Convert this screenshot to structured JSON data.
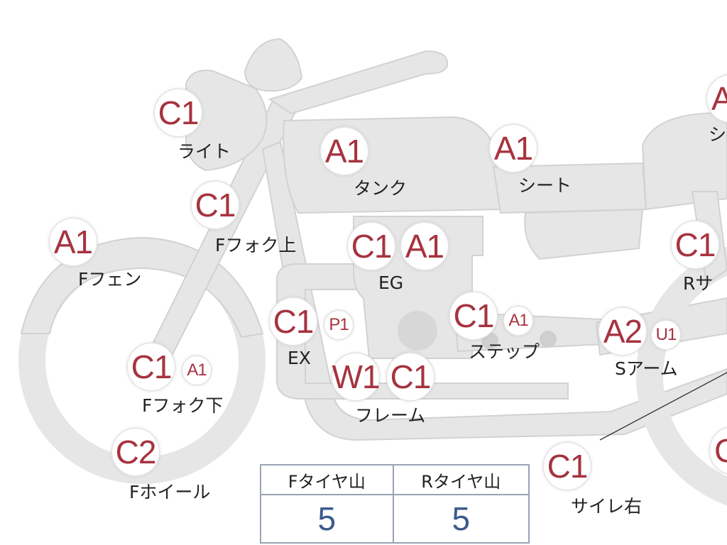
{
  "parts": [
    {
      "id": "light",
      "label": "ライト",
      "grades": [
        "C1"
      ]
    },
    {
      "id": "tank",
      "label": "タンク",
      "grades": [
        "A1"
      ]
    },
    {
      "id": "seat",
      "label": "シート",
      "grades": [
        "A1"
      ]
    },
    {
      "id": "ffork-upper",
      "label": "Fフォク上",
      "grades": [
        "C1"
      ]
    },
    {
      "id": "ffender",
      "label": "Fフェン",
      "grades": [
        "A1"
      ]
    },
    {
      "id": "engine",
      "label": "EG",
      "grades": [
        "C1",
        "A1"
      ]
    },
    {
      "id": "rsus",
      "label": "Rサ",
      "grades": [
        "C1"
      ]
    },
    {
      "id": "exhaust",
      "label": "EX",
      "grades": [
        "C1",
        "P1"
      ]
    },
    {
      "id": "step",
      "label": "ステップ",
      "grades": [
        "C1",
        "A1"
      ]
    },
    {
      "id": "swingarm",
      "label": "Sアーム",
      "grades": [
        "A2",
        "U1"
      ]
    },
    {
      "id": "ffork-lower",
      "label": "Fフォク下",
      "grades": [
        "C1",
        "A1"
      ]
    },
    {
      "id": "frame",
      "label": "フレーム",
      "grades": [
        "W1",
        "C1"
      ]
    },
    {
      "id": "fwheel",
      "label": "Fホイール",
      "grades": [
        "C2"
      ]
    },
    {
      "id": "side-cover-right",
      "label": "サイレ右",
      "grades": [
        "C1"
      ]
    },
    {
      "id": "right-cut-top",
      "label": "シ",
      "grades": [
        "A"
      ]
    },
    {
      "id": "right-cut-bottom",
      "label": "",
      "grades": [
        "C"
      ]
    }
  ],
  "tire_table": {
    "headers": [
      "Fタイヤ山",
      "Rタイヤ山"
    ],
    "values": [
      "5",
      "5"
    ]
  },
  "colors": {
    "part_fill": "#e6e6e6",
    "part_stroke": "#d2d2d2",
    "badge_text": "#a6333f",
    "table_value": "#3c5a8c"
  }
}
